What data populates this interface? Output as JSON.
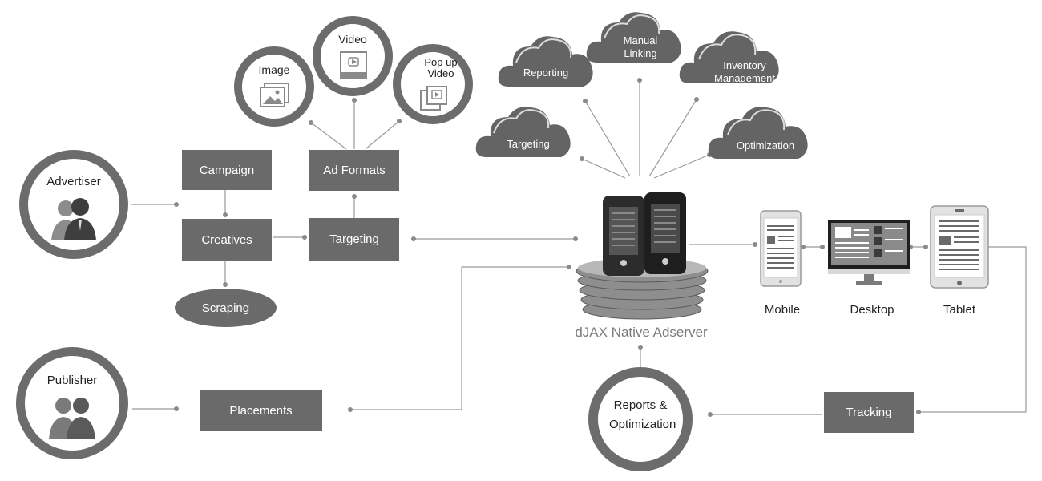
{
  "nodes": {
    "advertiser": "Advertiser",
    "publisher": "Publisher",
    "campaign": "Campaign",
    "creatives": "Creatives",
    "scraping": "Scraping",
    "ad_formats": "Ad Formats",
    "targeting_box": "Targeting",
    "placements": "Placements",
    "image": "Image",
    "video": "Video",
    "popup_video": "Pop up Video",
    "adserver": "dJAX Native Adserver",
    "mobile": "Mobile",
    "desktop": "Desktop",
    "tablet": "Tablet",
    "tracking": "Tracking",
    "reports_optimization": "Reports & Optimization"
  },
  "clouds": {
    "reporting": "Reporting",
    "manual_linking": "Manual Linking",
    "inventory_management": "Inventory Management",
    "targeting": "Targeting",
    "optimization": "Optimization"
  }
}
